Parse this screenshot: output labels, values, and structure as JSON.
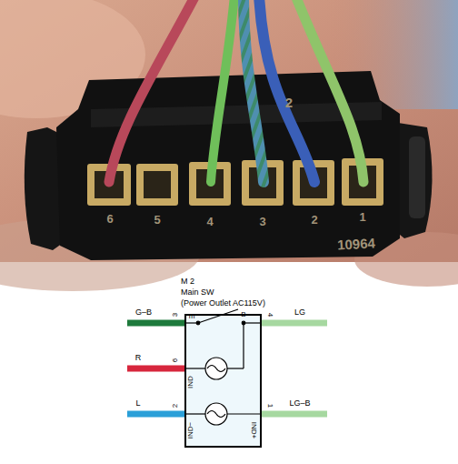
{
  "diagram": {
    "nodes": [
      {
        "text": [
          "M 2",
          "Main SW",
          "(Power Outlet AC115V)"
        ]
      }
    ],
    "labels": [
      "6",
      "5",
      "4",
      "3",
      "2",
      "1",
      "10964",
      "2",
      "G–B",
      "3",
      "m",
      "B",
      "4",
      "LG",
      "R",
      "6",
      "IND",
      "L",
      "2",
      "IND−",
      "IND+",
      "1",
      "LG–B"
    ]
  }
}
